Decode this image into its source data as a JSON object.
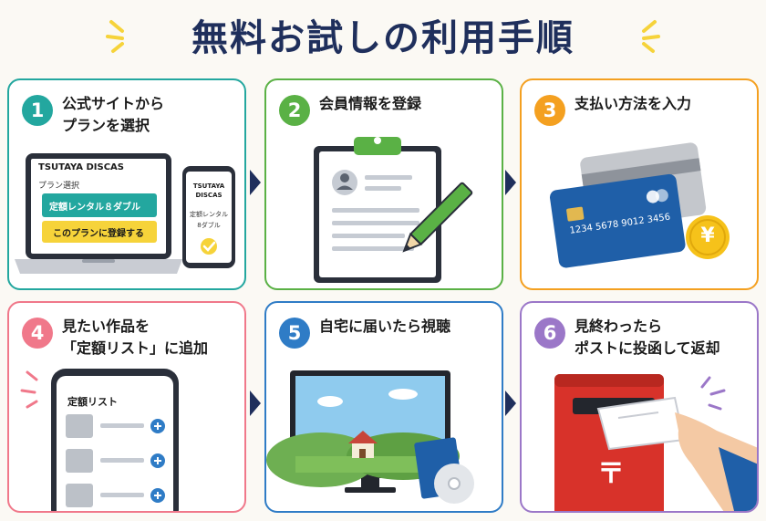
{
  "title": "無料お試しの利用手順",
  "colors": {
    "navy": "#1f2f5c",
    "teal": "#23a79f",
    "green": "#5ab145",
    "orange": "#f4a020",
    "pink": "#f0788a",
    "blue": "#2f7cc6",
    "purple": "#9b77c8",
    "yellow": "#f6d33a"
  },
  "steps": [
    {
      "number": "1",
      "title_lines": [
        "公式サイトから",
        "プランを選択"
      ],
      "laptop": {
        "brand": "TSUTAYA DISCAS",
        "section_label": "プラン選択",
        "plan_label": "定額レンタル８ダブル",
        "register_button": "このプランに登録する"
      },
      "phone": {
        "brand_line1": "TSUTAYA",
        "brand_line2": "DISCAS",
        "plan_line1": "定額レンタル",
        "plan_line2": "8ダブル"
      }
    },
    {
      "number": "2",
      "title_lines": [
        "会員情報を登録"
      ]
    },
    {
      "number": "3",
      "title_lines": [
        "支払い方法を入力"
      ],
      "card_number": "1234 5678 9012 3456",
      "coin_symbol": "¥"
    },
    {
      "number": "4",
      "title_lines": [
        "見たい作品を",
        "「定額リスト」に追加"
      ],
      "phone_list_title": "定額リスト"
    },
    {
      "number": "5",
      "title_lines": [
        "自宅に届いたら視聴"
      ]
    },
    {
      "number": "6",
      "title_lines": [
        "見終わったら",
        "ポストに投函して返却"
      ],
      "post_symbol": "〒"
    }
  ]
}
